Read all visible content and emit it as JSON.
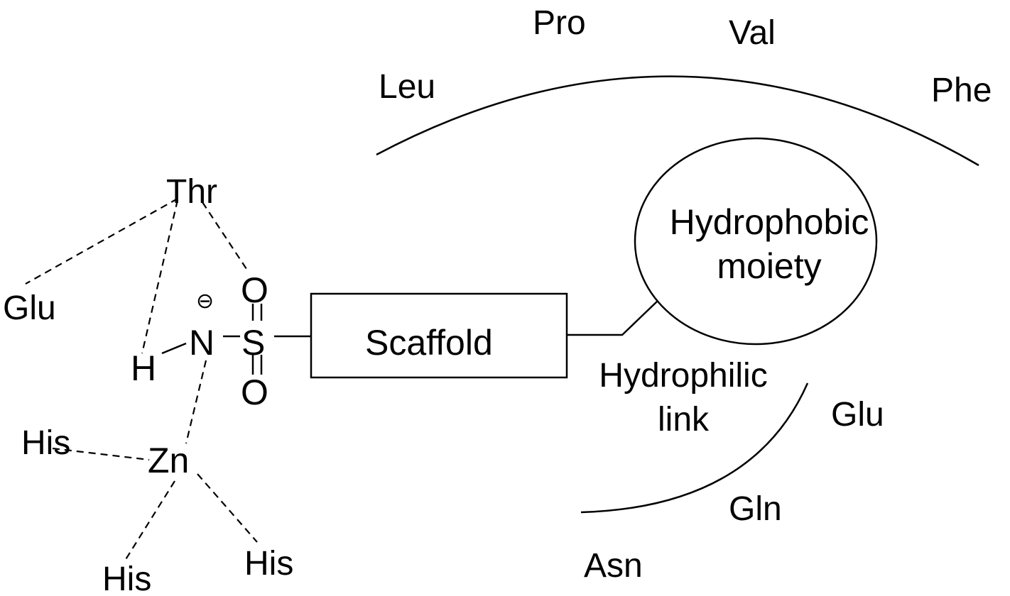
{
  "residues": {
    "thr": "Thr",
    "glu_left": "Glu",
    "his_upper_left": "His",
    "his_bottom_left": "His",
    "his_bottom_right": "His",
    "leu": "Leu",
    "pro": "Pro",
    "val": "Val",
    "phe": "Phe",
    "glu_right": "Glu",
    "gln": "Gln",
    "asn": "Asn"
  },
  "ligand": {
    "h": "H",
    "n": "N",
    "n_charge": "⊖",
    "s": "S",
    "o_top": "O",
    "o_bottom": "O",
    "zn": "Zn",
    "scaffold": "Scaffold",
    "hydrophobic_line1": "Hydrophobic",
    "hydrophobic_line2": "moiety",
    "hydrophilic_line1": "Hydrophilic",
    "hydrophilic_line2": "link"
  }
}
